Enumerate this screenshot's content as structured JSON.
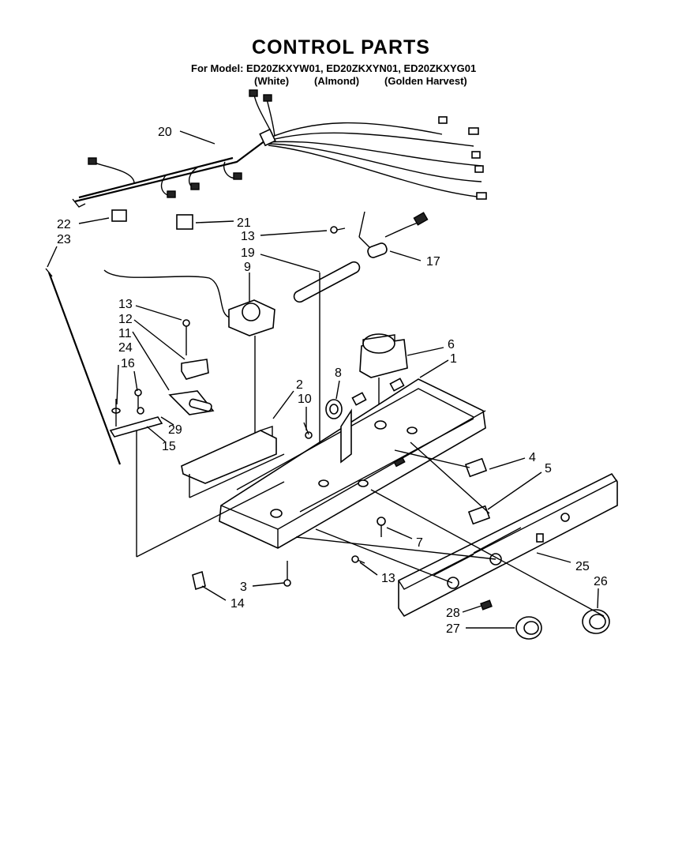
{
  "header": {
    "title": "CONTROL PARTS",
    "models_line": "For Model: ED20ZKXYW01, ED20ZKXYN01, ED20ZKXYG01",
    "color_white": "(White)",
    "color_almond": "(Almond)",
    "color_golden": "(Golden Harvest)"
  },
  "callouts": {
    "c1": "1",
    "c2": "2",
    "c3": "3",
    "c4": "4",
    "c5": "5",
    "c6": "6",
    "c7": "7",
    "c8": "8",
    "c9": "9",
    "c10": "10",
    "c11": "11",
    "c12": "12",
    "c13a": "13",
    "c13b": "13",
    "c13c": "13",
    "c14": "14",
    "c15": "15",
    "c16": "16",
    "c17": "17",
    "c19": "19",
    "c20": "20",
    "c21": "21",
    "c22": "22",
    "c23": "23",
    "c24": "24",
    "c25": "25",
    "c26": "26",
    "c27": "27",
    "c28": "28",
    "c29": "29"
  }
}
